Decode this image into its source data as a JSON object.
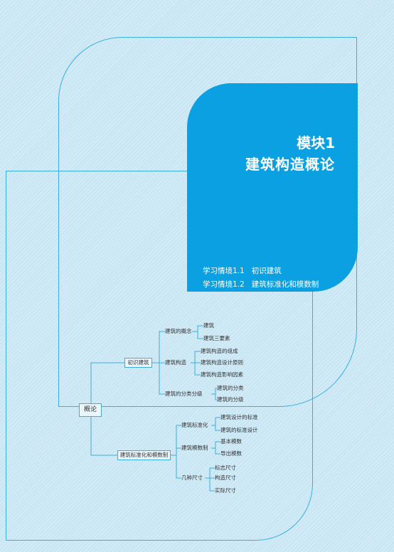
{
  "module": {
    "number": "模块1",
    "title": "建筑构造概论"
  },
  "situations": [
    {
      "code": "学习情境1.1",
      "name": "初识建筑"
    },
    {
      "code": "学习情境1.2",
      "name": "建筑标准化和模数制"
    }
  ],
  "mindmap": {
    "root": "概论",
    "branch1": {
      "label": "初识建筑",
      "children": [
        {
          "label": "建筑的概念",
          "items": [
            "建筑",
            "建筑三要素"
          ]
        },
        {
          "label": "建筑构造",
          "items": [
            "建筑构造的组成",
            "建筑构造设计原则",
            "建筑构造影响因素"
          ]
        },
        {
          "label": "建筑的分类分级",
          "items": [
            "建筑的分类",
            "建筑的分级"
          ]
        }
      ]
    },
    "branch2": {
      "label": "建筑标准化和模数制",
      "children": [
        {
          "label": "建筑标准化",
          "items": [
            "建筑设计的标准",
            "建筑的标准设计"
          ]
        },
        {
          "label": "建筑模数制",
          "items": [
            "基本模数",
            "导出模数"
          ]
        },
        {
          "label": "几种尺寸",
          "items": [
            "标志尺寸",
            "构造尺寸",
            "实际尺寸"
          ]
        }
      ]
    }
  }
}
